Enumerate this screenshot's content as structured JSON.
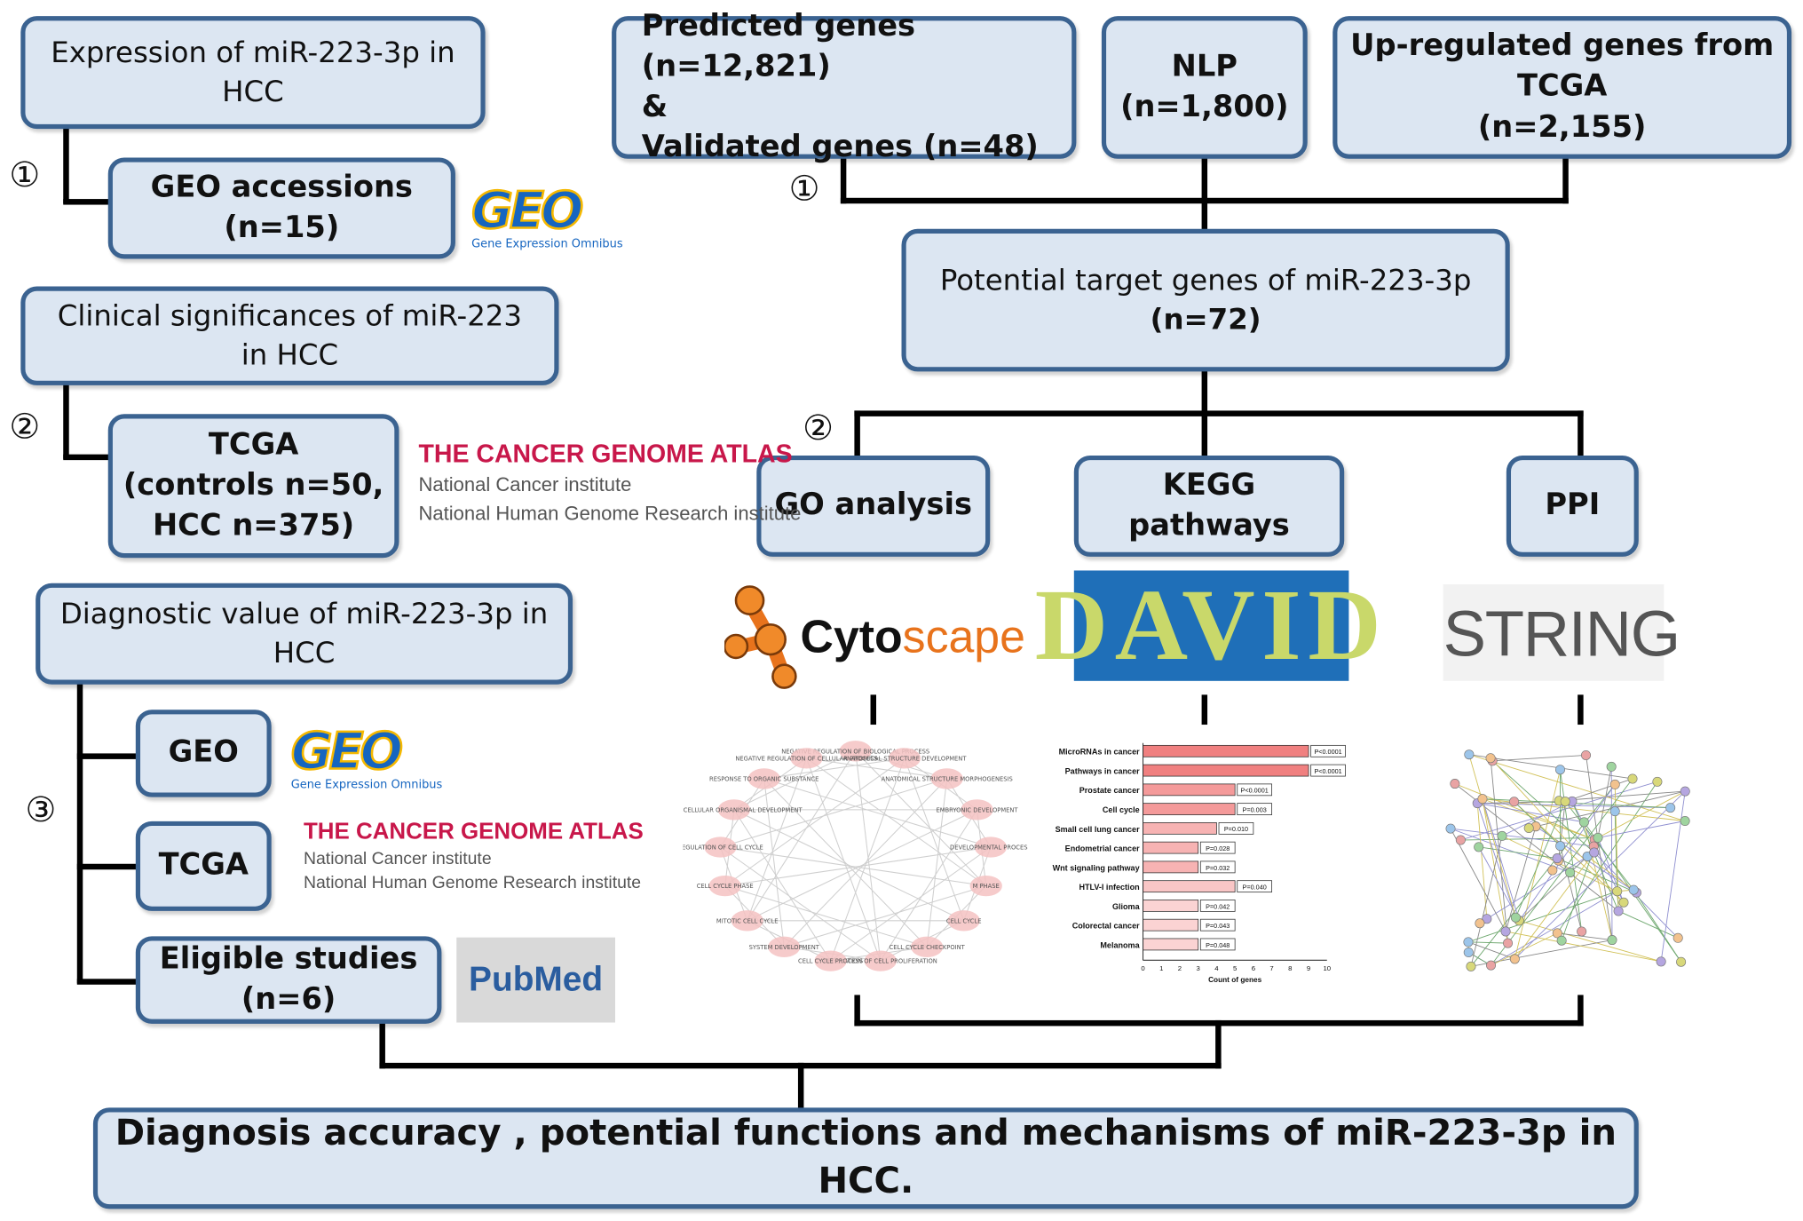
{
  "left": {
    "expr_box": "Expression of miR-223-3p in\nHCC",
    "geo_box": "GEO accessions\n(n=15)",
    "clin_box": "Clinical significances of miR-223\nin HCC",
    "tcga_box": "TCGA\n(controls n=50,\nHCC n=375)",
    "diag_box": "Diagnostic value of miR-223-3p in\nHCC",
    "geo2_box": "GEO",
    "tcga2_box": "TCGA",
    "eligible_box": "Eligible studies\n(n=6)"
  },
  "right": {
    "predicted_box": "Predicted genes (n=12,821)\n&\nValidated genes (n=48)",
    "nlp_box": "NLP\n(n=1,800)",
    "upreg_box": "Up-regulated genes from\nTCGA\n(n=2,155)",
    "potential_title": "Potential target genes of miR-223-3p",
    "potential_n": "(n=72)",
    "go_box": "GO analysis",
    "kegg_box": "KEGG\npathways",
    "ppi_box": "PPI"
  },
  "final_box": "Diagnosis accuracy , potential functions and mechanisms of miR-223-3p in HCC.",
  "step_markers": {
    "one": "①",
    "two": "②",
    "three": "③"
  },
  "logos": {
    "geo_word": "GEO",
    "geo_sub": "Gene Expression Omnibus",
    "tcga_l1": "THE CANCER GENOME ATLAS",
    "tcga_l2": "National Cancer institute",
    "tcga_l3": "National Human Genome Research institute",
    "pubmed": "PubMed",
    "cytoscape_a": "Cyto",
    "cytoscape_b": "scape",
    "david": "DAVID",
    "string": "STRING"
  },
  "go_network": {
    "nodes": [
      "NEGATIVE REGULATION OF BIOLOGICAL PROCESS",
      "ANATOMICAL STRUCTURE DEVELOPMENT",
      "ANATOMICAL STRUCTURE MORPHOGENESIS",
      "EMBRYONIC DEVELOPMENT",
      "DEVELOPMENTAL PROCESS",
      "M PHASE",
      "CELL CYCLE",
      "CELL CYCLE CHECKPOINT",
      "REGULATION OF CELL PROLIFERATION",
      "CELL CYCLE PROCESS",
      "SYSTEM DEVELOPMENT",
      "MITOTIC CELL CYCLE",
      "CELL CYCLE PHASE",
      "REGULATION OF CELL CYCLE",
      "MULTICELLULAR ORGANISMAL DEVELOPMENT",
      "RESPONSE TO ORGANIC SUBSTANCE",
      "NEGATIVE REGULATION OF CELLULAR PROCESS"
    ]
  },
  "chart_data": {
    "type": "bar",
    "orientation": "horizontal",
    "categories": [
      "MicroRNAs in cancer",
      "Pathways in cancer",
      "Prostate cancer",
      "Cell cycle",
      "Small cell lung cancer",
      "Endometrial cancer",
      "Wnt signaling pathway",
      "HTLV-I infection",
      "Glioma",
      "Colorectal cancer",
      "Melanoma"
    ],
    "values": [
      9,
      9,
      5,
      5,
      4,
      3,
      3,
      5,
      3,
      3,
      3
    ],
    "pvalues": [
      "P<0.0001",
      "P<0.0001",
      "P<0.0001",
      "P=0.003",
      "P=0.010",
      "P=0.028",
      "P=0.032",
      "P=0.040",
      "P=0.042",
      "P=0.043",
      "P=0.048"
    ],
    "colors": [
      "#f08080",
      "#f08080",
      "#f49a9a",
      "#f49a9a",
      "#f7b3b3",
      "#f7b3b3",
      "#f7b3b3",
      "#f9c6c6",
      "#fbd3d3",
      "#fbd3d3",
      "#fbd3d3"
    ],
    "xlabel": "Count of genes",
    "xlim": [
      0,
      10
    ],
    "xticks": [
      "0",
      "1",
      "2",
      "3",
      "4",
      "5",
      "6",
      "7",
      "8",
      "9",
      "10"
    ]
  }
}
